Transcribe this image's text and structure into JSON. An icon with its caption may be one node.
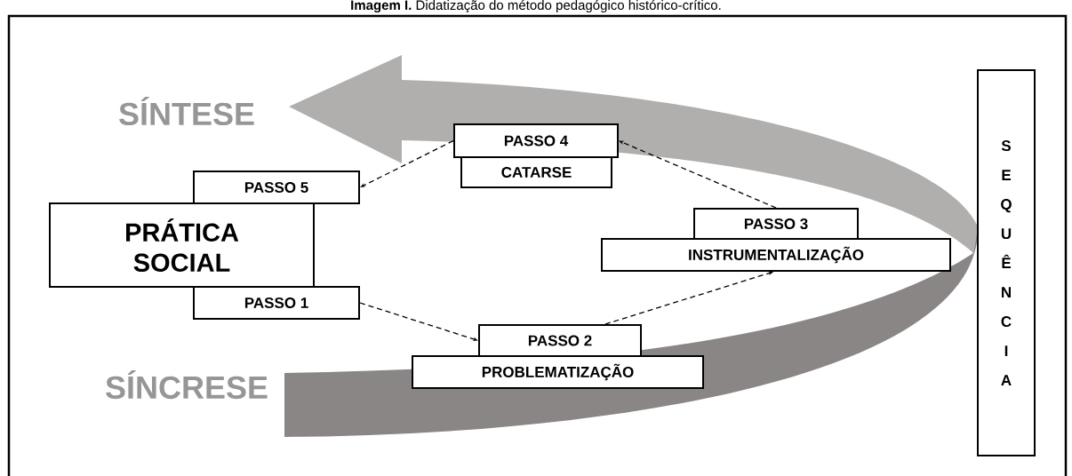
{
  "diagram": {
    "title": "**Imagem I.** Didatização do método pedagógico histórico-crítico.",
    "nodes": [
      {
        "text": [
          "PASSO 4"
        ]
      },
      {
        "text": [
          "CATARSE"
        ]
      },
      {
        "text": [
          "PASSO 5"
        ]
      },
      {
        "text": [
          "PRÁTICA SOCIAL"
        ]
      },
      {
        "text": [
          "PASSO 3"
        ]
      },
      {
        "text": [
          "INSTRUMENTALIZAÇÃO"
        ]
      },
      {
        "text": [
          "PASSO 1"
        ]
      },
      {
        "text": [
          "PASSO 2"
        ]
      },
      {
        "text": [
          "PROBLEMATIZAÇÃO"
        ]
      },
      {
        "text": [
          "SEQUÊNCIA"
        ]
      }
    ],
    "edges": [
      {
        "from": 6,
        "to": 7,
        "arrow": "to",
        "style": "dashed"
      },
      {
        "from": 7,
        "to": 5,
        "arrow": "to",
        "style": "dashed"
      },
      {
        "from": 4,
        "to": 0,
        "arrow": "to",
        "style": "dashed"
      },
      {
        "from": 0,
        "to": 2,
        "arrow": "to",
        "style": "dashed"
      }
    ],
    "labels": [
      "SÍNTESE",
      "SÍNCRESE"
    ]
  }
}
